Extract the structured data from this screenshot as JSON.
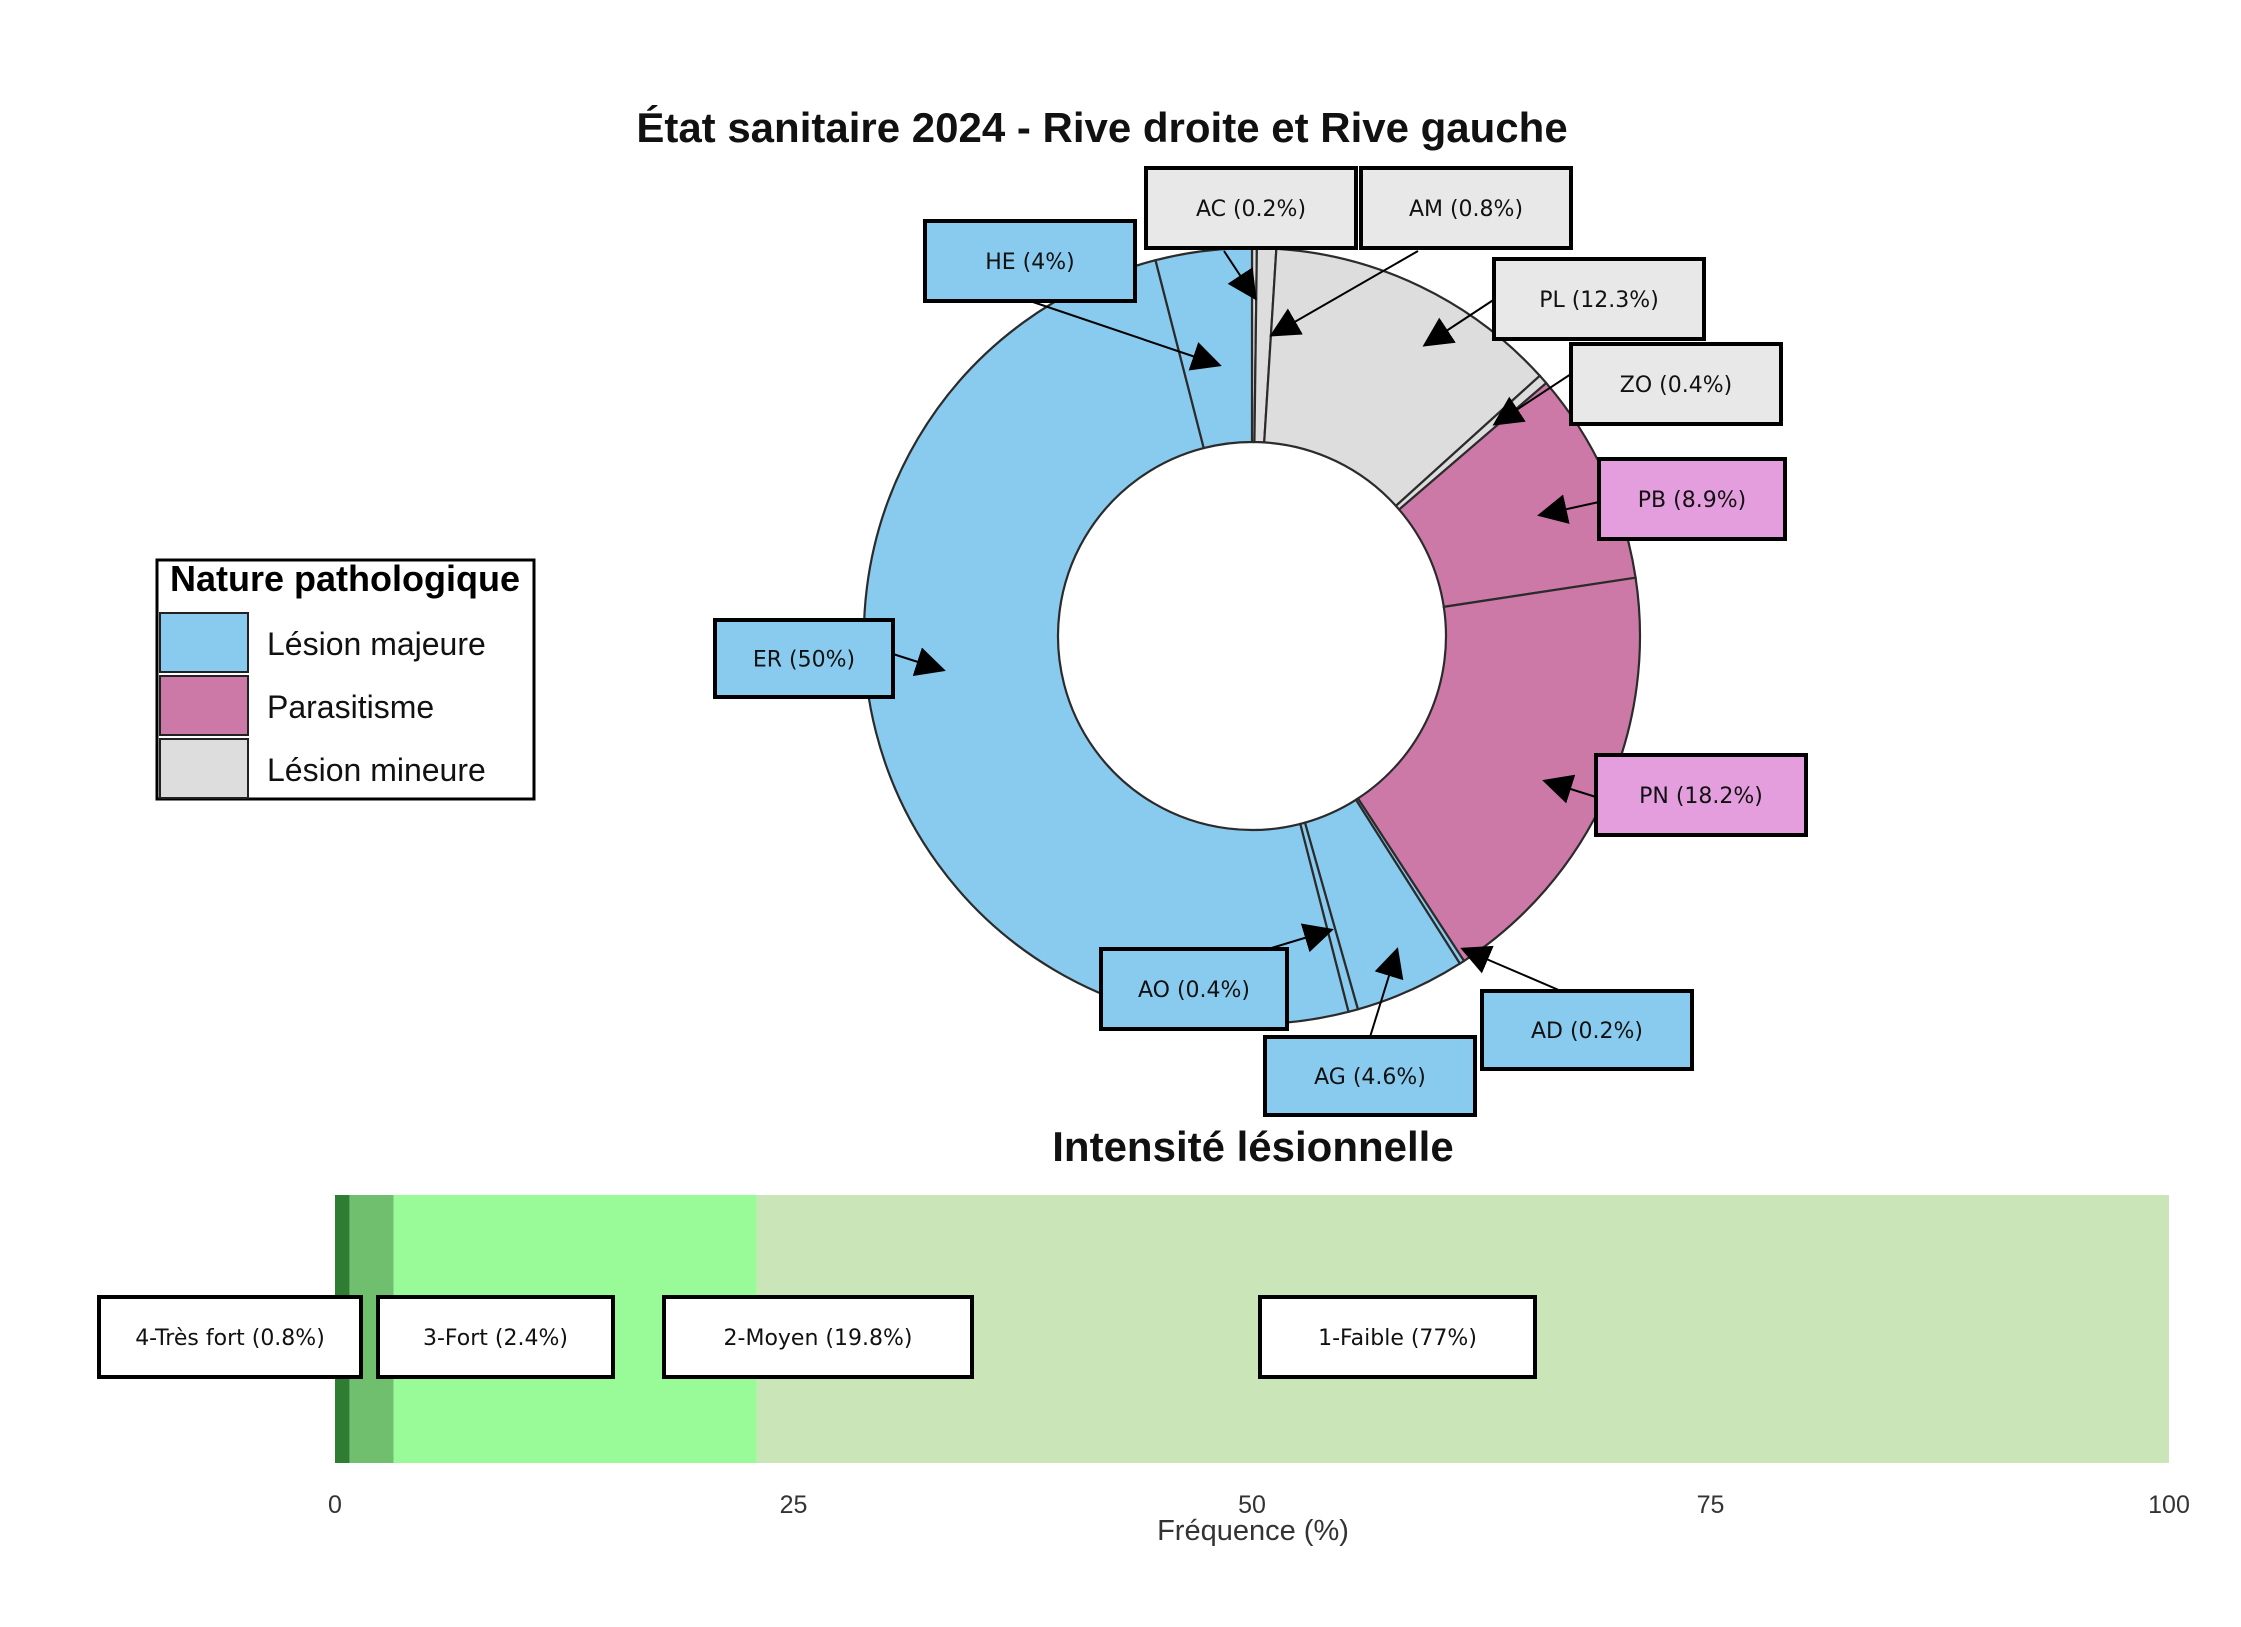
{
  "chart_data": [
    {
      "type": "pie",
      "subtype": "donut",
      "title": "État sanitaire 2024 - Rive droite et Rive gauche",
      "categories_legend": {
        "title": "Nature pathologique",
        "entries": [
          {
            "name": "Lésion majeure",
            "color": "#89CBEE"
          },
          {
            "name": "Parasitisme",
            "color": "#CC79A7"
          },
          {
            "name": "Lésion mineure",
            "color": "#DDDDDD"
          }
        ],
        "placement": "left"
      },
      "slices": [
        {
          "code": "AC",
          "label": "AC (0.2%)",
          "value": 0.2,
          "group": "Lésion mineure",
          "color": "#DDDDDD"
        },
        {
          "code": "AM",
          "label": "AM (0.8%)",
          "value": 0.8,
          "group": "Lésion mineure",
          "color": "#DDDDDD"
        },
        {
          "code": "PL",
          "label": "PL (12.3%)",
          "value": 12.3,
          "group": "Lésion mineure",
          "color": "#DDDDDD"
        },
        {
          "code": "ZO",
          "label": "ZO (0.4%)",
          "value": 0.4,
          "group": "Lésion mineure",
          "color": "#DDDDDD"
        },
        {
          "code": "PB",
          "label": "PB (8.9%)",
          "value": 8.9,
          "group": "Parasitisme",
          "color": "#CC79A7"
        },
        {
          "code": "PN",
          "label": "PN (18.2%)",
          "value": 18.2,
          "group": "Parasitisme",
          "color": "#CC79A7"
        },
        {
          "code": "AD",
          "label": "AD (0.2%)",
          "value": 0.2,
          "group": "Lésion majeure",
          "color": "#89CBEE"
        },
        {
          "code": "AG",
          "label": "AG (4.6%)",
          "value": 4.6,
          "group": "Lésion majeure",
          "color": "#89CBEE"
        },
        {
          "code": "AO",
          "label": "AO (0.4%)",
          "value": 0.4,
          "group": "Lésion majeure",
          "color": "#89CBEE"
        },
        {
          "code": "ER",
          "label": "ER (50%)",
          "value": 50,
          "group": "Lésion majeure",
          "color": "#89CBEE"
        },
        {
          "code": "HE",
          "label": "HE (4%)",
          "value": 4,
          "group": "Lésion majeure",
          "color": "#89CBEE"
        }
      ],
      "label_fill_colors": {
        "Lésion mineure": "#E8E8E8",
        "Parasitisme": "#E59EDD",
        "Lésion majeure": "#89CBEE"
      }
    },
    {
      "type": "bar",
      "subtype": "stacked-horizontal",
      "title": "Intensité lésionnelle",
      "xlabel": "Fréquence (%)",
      "xlim": [
        0,
        100
      ],
      "xticks": [
        "0",
        "25",
        "50",
        "75",
        "100"
      ],
      "series": [
        {
          "name": "4-Très fort",
          "label": "4-Très fort (0.8%)",
          "value": 0.8,
          "color": "#2E7D32"
        },
        {
          "name": "3-Fort",
          "label": "3-Fort (2.4%)",
          "value": 2.4,
          "color": "#6FBF6F"
        },
        {
          "name": "2-Moyen",
          "label": "2-Moyen (19.8%)",
          "value": 19.8,
          "color": "#98FB98"
        },
        {
          "name": "1-Faible",
          "label": "1-Faible (77%)",
          "value": 77,
          "color": "#CAE5B7"
        }
      ]
    }
  ]
}
